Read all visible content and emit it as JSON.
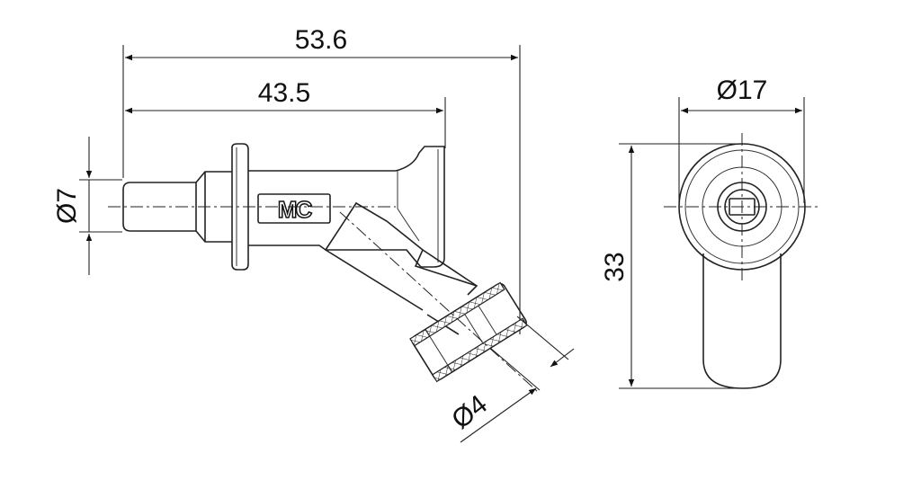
{
  "dimensions": {
    "overall_length": "53.6",
    "body_length": "43.5",
    "pin_diameter": "Ø7",
    "socket_diameter": "Ø4",
    "head_diameter": "Ø17",
    "height": "33"
  },
  "logo_text": "MC"
}
